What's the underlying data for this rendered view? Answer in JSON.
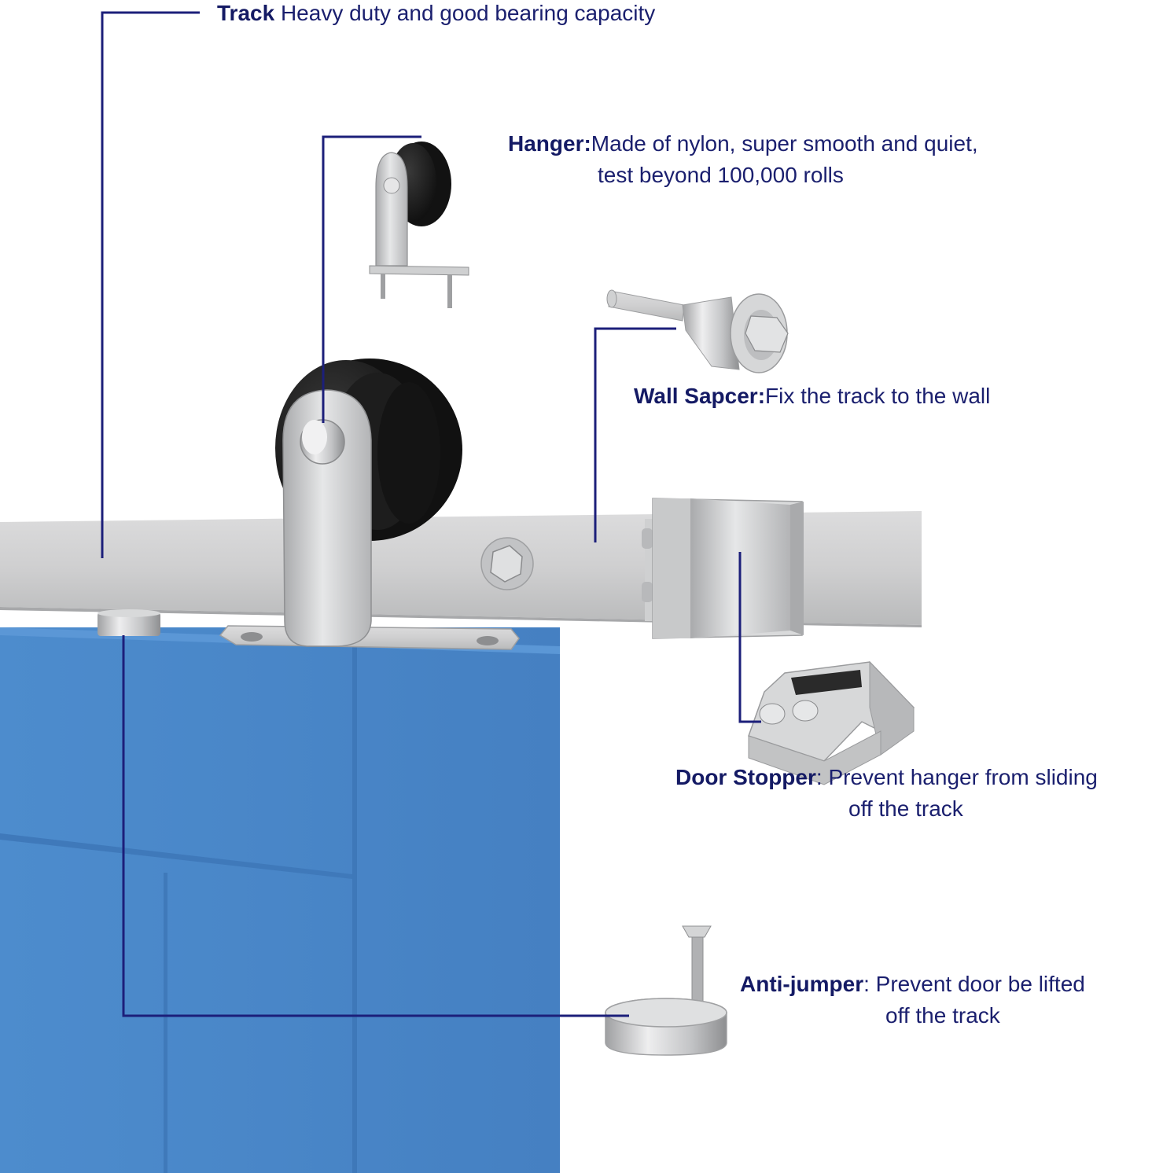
{
  "colors": {
    "door": "#4a86c8",
    "door_shadow": "#3f78b8",
    "leader": "#1c1f7a",
    "label": "#141a64",
    "steel_light": "#e2e3e4",
    "steel_dark": "#9a9b9d",
    "wheel": "#1b1b1b"
  },
  "callouts": {
    "track": {
      "term": "Track",
      "desc": " Heavy duty and good bearing capacity"
    },
    "hanger": {
      "term": "Hanger:",
      "desc": "Made of nylon, super smooth and quiet,",
      "desc2": "test beyond 100,000 rolls"
    },
    "wall_spacer": {
      "term": "Wall Sapcer:",
      "desc": "Fix the track to the wall"
    },
    "door_stopper": {
      "term": "Door Stopper",
      "desc": ": Prevent hanger from sliding",
      "desc2": "off the track"
    },
    "anti_jumper": {
      "term": "Anti-jumper",
      "desc": ": Prevent door be lifted",
      "desc2": "off the track"
    }
  }
}
